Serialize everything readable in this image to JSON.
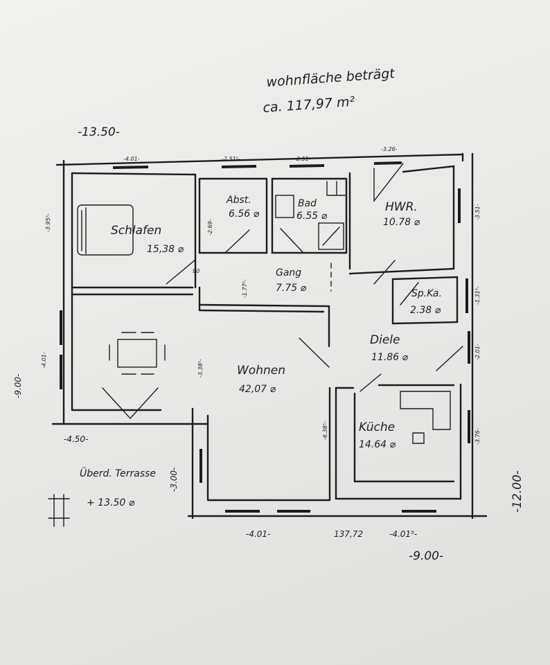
{
  "annotation": {
    "line1": "wohnfläche beträgt",
    "line2": "ca.  117,97 m²"
  },
  "dimensions": {
    "overall_width_top": "-13.50-",
    "overall_height_left": "-9.00-",
    "overall_height_right": "-12.00-",
    "overall_width_bottom_right": "-9.00-",
    "terrace_width": "-4.50-",
    "terrace_depth": "-3.00-",
    "window_schlafen": "-4.01-",
    "window_abst": "-2.51⁵-",
    "window_bad": "-2.51-",
    "window_hwr": "-3.26-",
    "hwr_depth": "-3.51-",
    "spka_depth": "-1.31⁵-",
    "diele_depth": "-2.01-",
    "kueche_depth": "-3.76-",
    "schlafen_depth": "-3.95⁵-",
    "abst_depth": "-2.69-",
    "gang_depth": "-1.77⁵-",
    "wohnen_depth": "-3.38⁵-",
    "wohnen_left_window": "-4.01-",
    "wohnen_right_depth": "-6.38⁵-",
    "bottom_window_1": "-4.01-",
    "bottom_window_2": "-4.01⁵-",
    "bottom_total": "137,72",
    "door_width": "90"
  },
  "rooms": [
    {
      "name": "Schlafen",
      "area": "15,38 ⌀"
    },
    {
      "name": "Abst.",
      "area": "6.56 ⌀"
    },
    {
      "name": "Bad",
      "area": "6.55 ⌀"
    },
    {
      "name": "HWR.",
      "area": "10.78 ⌀"
    },
    {
      "name": "Gang",
      "area": "7.75 ⌀"
    },
    {
      "name": "Sp.Ka.",
      "area": "2.38 ⌀"
    },
    {
      "name": "Diele",
      "area": "11.86 ⌀"
    },
    {
      "name": "Wohnen",
      "area": "42,07 ⌀"
    },
    {
      "name": "Küche",
      "area": "14.64 ⌀"
    },
    {
      "name": "Überd. Terrasse",
      "area": "+ 13.50 ⌀"
    }
  ]
}
